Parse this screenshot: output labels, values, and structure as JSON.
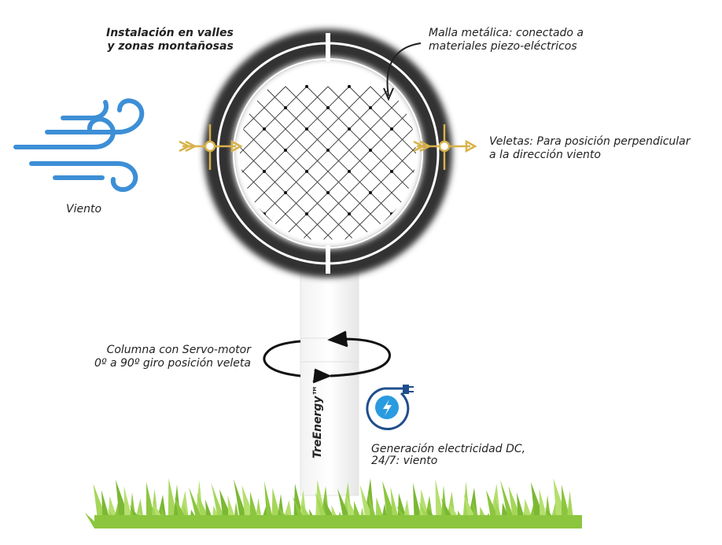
{
  "labels": {
    "installation": [
      "Instalación en valles",
      "y zonas montañosas"
    ],
    "mesh": [
      "Malla metálica: conectado a",
      "materiales piezo-eléctricos"
    ],
    "vanes": [
      "Veletas: Para posición perpendicular",
      "a la dirección viento"
    ],
    "wind": "Viento",
    "column": [
      "Columna con Servo-motor",
      "0º a 90º giro posición veleta"
    ],
    "generation": [
      "Generación electricidad DC,",
      "24/7: viento"
    ],
    "brand": "TreEnergy™"
  },
  "icons": [
    "wind-icon",
    "vane-icon",
    "rotation-arrow-icon",
    "electric-plug-icon",
    "grass"
  ],
  "colors": {
    "ring": "#3a3a3a",
    "vane": "#d8b24a",
    "wind": "#3d8fd6",
    "plug": "#1f4e8c",
    "bolt": "#2a9be0",
    "grass": "#8cc63f"
  }
}
